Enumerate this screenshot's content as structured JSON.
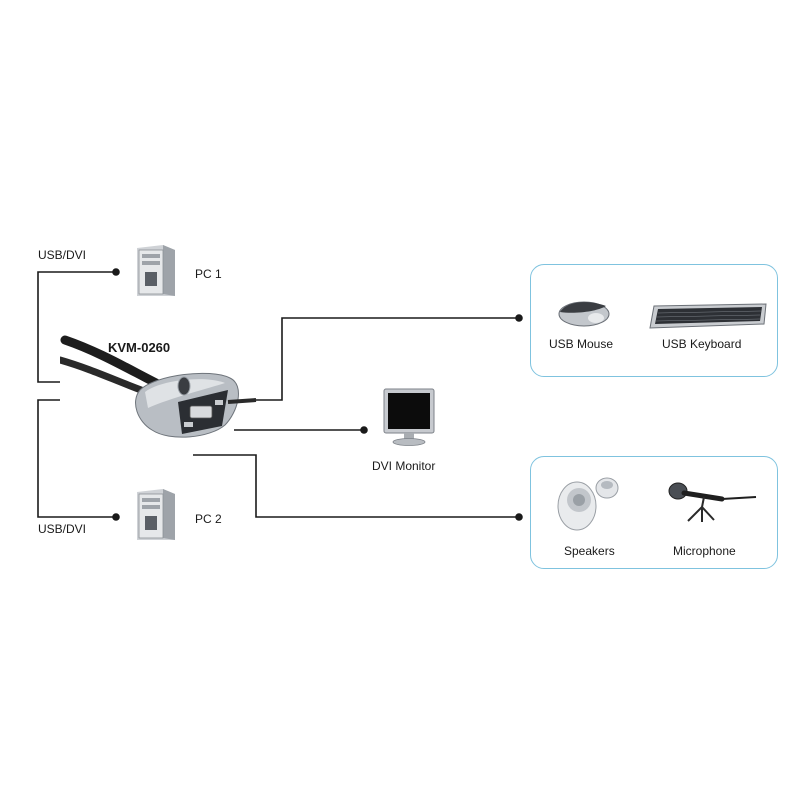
{
  "product": {
    "model": "KVM-0260"
  },
  "left": {
    "pc1": {
      "label": "PC 1",
      "cable": "USB/DVI"
    },
    "pc2": {
      "label": "PC 2",
      "cable": "USB/DVI"
    }
  },
  "monitor": {
    "label": "DVI Monitor"
  },
  "box_input": {
    "mouse": "USB Mouse",
    "keyboard": "USB Keyboard"
  },
  "box_audio": {
    "speakers": "Speakers",
    "microphone": "Microphone"
  },
  "colors": {
    "line": "#1a1a1a",
    "box_border": "#7fc3df"
  }
}
